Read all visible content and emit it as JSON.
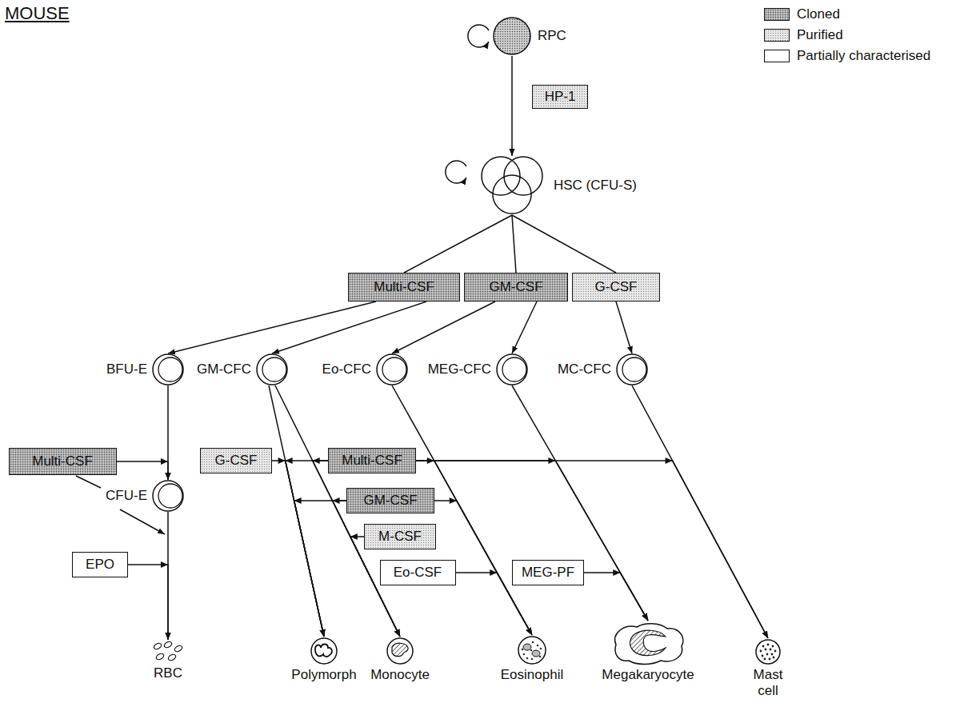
{
  "diagram": {
    "title": "MOUSE",
    "nodes": [
      {
        "text": [
          "RPC"
        ]
      },
      {
        "text": [
          "HP-1"
        ]
      },
      {
        "text": [
          "HSC (CFU-S)"
        ]
      },
      {
        "text": [
          "Multi-CSF"
        ]
      },
      {
        "text": [
          "GM-CSF"
        ]
      },
      {
        "text": [
          "G-CSF"
        ]
      },
      {
        "text": [
          "BFU-E"
        ]
      },
      {
        "text": [
          "GM-CFC"
        ]
      },
      {
        "text": [
          "Eo-CFC"
        ]
      },
      {
        "text": [
          "MEG-CFC"
        ]
      },
      {
        "text": [
          "MC-CFC"
        ]
      },
      {
        "text": [
          "Multi-CSF"
        ]
      },
      {
        "text": [
          "CFU-E"
        ]
      },
      {
        "text": [
          "G-CSF"
        ]
      },
      {
        "text": [
          "Multi-CSF"
        ]
      },
      {
        "text": [
          "GM-CSF"
        ]
      },
      {
        "text": [
          "M-CSF"
        ]
      },
      {
        "text": [
          "EPO"
        ]
      },
      {
        "text": [
          "Eo-CSF"
        ]
      },
      {
        "text": [
          "MEG-PF"
        ]
      },
      {
        "text": [
          "RBC"
        ]
      },
      {
        "text": [
          "Polymorph"
        ]
      },
      {
        "text": [
          "Monocyte"
        ]
      },
      {
        "text": [
          "Eosinophil"
        ]
      },
      {
        "text": [
          "Megakaryocyte"
        ]
      },
      {
        "text": [
          "Mast cell"
        ]
      }
    ],
    "edges": [
      {
        "from": 0,
        "to": 2,
        "arrow": "to"
      },
      {
        "from": 2,
        "to": 3,
        "arrow": "none"
      },
      {
        "from": 2,
        "to": 4,
        "arrow": "none"
      },
      {
        "from": 2,
        "to": 5,
        "arrow": "none"
      },
      {
        "from": 3,
        "to": 6,
        "arrow": "to"
      },
      {
        "from": 3,
        "to": 7,
        "arrow": "to"
      },
      {
        "from": 4,
        "to": 8,
        "arrow": "to"
      },
      {
        "from": 4,
        "to": 9,
        "arrow": "to"
      },
      {
        "from": 5,
        "to": 10,
        "arrow": "to"
      },
      {
        "from": 6,
        "to": 12,
        "arrow": "to"
      },
      {
        "from": 12,
        "to": 20,
        "arrow": "to"
      },
      {
        "from": 7,
        "to": 21,
        "arrow": "to"
      },
      {
        "from": 7,
        "to": 22,
        "arrow": "to"
      },
      {
        "from": 8,
        "to": 23,
        "arrow": "to"
      },
      {
        "from": 9,
        "to": 24,
        "arrow": "to"
      },
      {
        "from": 10,
        "to": 25,
        "arrow": "to"
      },
      {
        "from": 11,
        "to": 12,
        "arrow": "to"
      },
      {
        "from": 17,
        "to": 20,
        "arrow": "to"
      },
      {
        "from": 13,
        "to": 21,
        "arrow": "to"
      },
      {
        "from": 14,
        "to": 21,
        "arrow": "to"
      },
      {
        "from": 14,
        "to": 22,
        "arrow": "to"
      },
      {
        "from": 14,
        "to": 23,
        "arrow": "to"
      },
      {
        "from": 14,
        "to": 24,
        "arrow": "to"
      },
      {
        "from": 14,
        "to": 25,
        "arrow": "to"
      },
      {
        "from": 15,
        "to": 21,
        "arrow": "to"
      },
      {
        "from": 15,
        "to": 22,
        "arrow": "to"
      },
      {
        "from": 15,
        "to": 23,
        "arrow": "to"
      },
      {
        "from": 16,
        "to": 22,
        "arrow": "to"
      },
      {
        "from": 18,
        "to": 23,
        "arrow": "to"
      },
      {
        "from": 19,
        "to": 24,
        "arrow": "to"
      }
    ],
    "legend": [
      {
        "text": "Cloned",
        "color": "#c4c4c4"
      },
      {
        "text": "Purified",
        "color": "#e6e6e6"
      },
      {
        "text": "Partially characterised",
        "color": "#ffffff"
      }
    ]
  }
}
